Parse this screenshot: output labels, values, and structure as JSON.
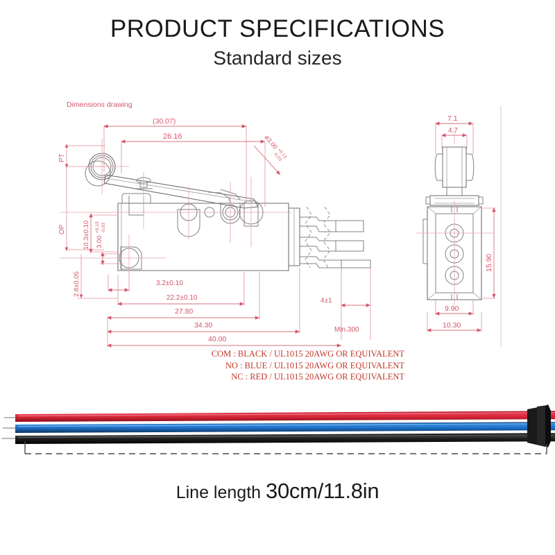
{
  "header": {
    "title": "PRODUCT SPECIFICATIONS",
    "subtitle": "Standard sizes"
  },
  "drawing": {
    "label": "Dimensions drawing",
    "side_labels": {
      "pt": "PT",
      "op": "OP"
    },
    "front_view_dims": {
      "overall_ref": "(30.07)",
      "lever_length": "26.16",
      "hole_dia": "ø3.00",
      "hole_tol_upper": "+0.13",
      "hole_tol_lower": "-0.03",
      "height_1": "10.3±0.10",
      "height_2": "3.00",
      "height_2_tol_upper": "+0.13",
      "height_2_tol_lower": "-0.03",
      "height_3": "2.8±0.05",
      "width_1": "3.2±0.10",
      "width_2": "22.2±0.10",
      "width_3": "27.80",
      "width_4": "34.30",
      "width_5": "40.00",
      "terminal_pitch": "4±1",
      "wire_min": "Min.300"
    },
    "side_view_dims": {
      "roller_outer": "7.1",
      "roller_inner": "4.7",
      "body_height": "15.90",
      "body_width_inner": "9.90",
      "body_width_outer": "10.30"
    }
  },
  "wire_legend": [
    "COM : BLACK / UL1015 20AWG OR EQUIVALENT",
    "NO : BLUE / UL1015 20AWG OR EQUIVALENT",
    "NC : RED / UL1015 20AWG OR EQUIVALENT"
  ],
  "cable": {
    "wires": [
      {
        "name": "nc-wire-red",
        "color": "#d62839"
      },
      {
        "name": "no-wire-blue",
        "color": "#1f6fc4"
      },
      {
        "name": "com-wire-black",
        "color": "#141414"
      }
    ]
  },
  "caption": {
    "prefix": "Line length ",
    "value": "30cm/11.8in"
  },
  "colors": {
    "dimension_red": "#d4566a",
    "legend_red": "#c0392b",
    "part_gray": "#808080",
    "divider_gray": "#cfcfcf"
  }
}
